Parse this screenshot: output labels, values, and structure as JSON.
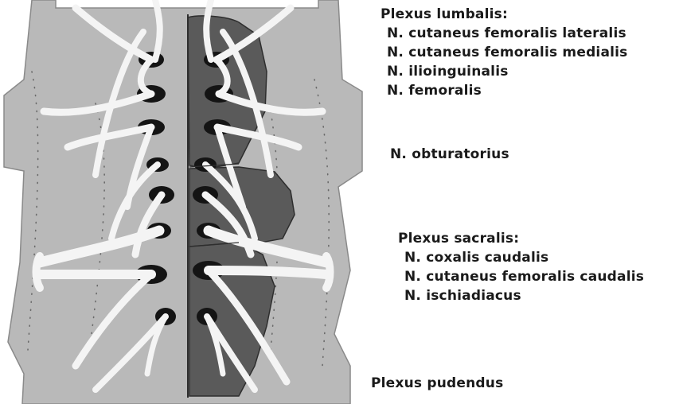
{
  "lumbalis": {
    "title": "Plexus lumbalis:",
    "items": [
      "N. cutaneus femoralis lateralis",
      "N. cutaneus femoralis medialis",
      "N. ilioinguinalis",
      "N. femoralis"
    ]
  },
  "obturatorius": "N. obturatorius",
  "sacralis": {
    "title": "Plexus sacralis:",
    "items": [
      "N. coxalis caudalis",
      "N. cutaneus femoralis caudalis",
      "N. ischiadiacus"
    ]
  },
  "pudendus": "Plexus pudendus",
  "colors": {
    "background": "#ffffff",
    "body": "#b9b9b9",
    "highlight": "#5a5a5a",
    "nerve": "#f4f4f4",
    "foramen": "#141414"
  }
}
